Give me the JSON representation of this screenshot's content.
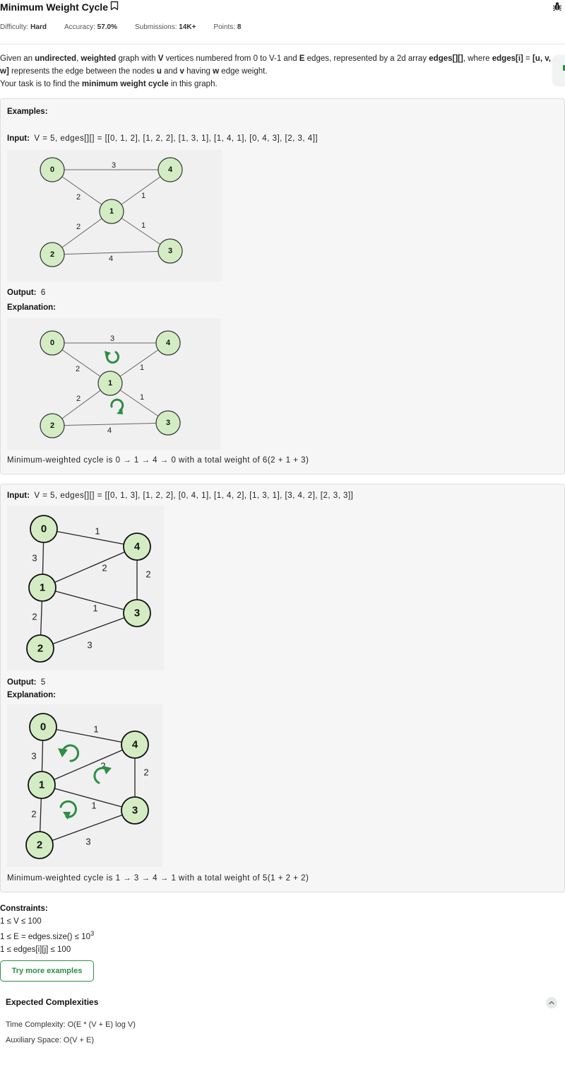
{
  "header": {
    "title": "Minimum Weight Cycle",
    "difficulty_label": "Difficulty:",
    "difficulty": "Hard",
    "accuracy_label": "Accuracy:",
    "accuracy": "57.0%",
    "submissions_label": "Submissions:",
    "submissions": "14K+",
    "points_label": "Points:",
    "points": "8"
  },
  "description": {
    "p1_a": "Given an ",
    "p1_b": "undirected",
    "p1_c": ", ",
    "p1_d": "weighted",
    "p1_e": " graph with ",
    "p1_f": "V",
    "p1_g": " vertices numbered from 0 to V-1 and ",
    "p1_h": "E",
    "p1_i": " edges, represented by a 2d array ",
    "p1_j": "edges[][]",
    "p1_k": ", where ",
    "p1_l": "edges[i]",
    "p1_m": " = ",
    "p1_n": "[u, v, w]",
    "p1_o": " represents the edge between the nodes ",
    "p1_p": "u",
    "p1_q": " and ",
    "p1_r": "v",
    "p1_s": " having ",
    "p1_t": "w",
    "p1_u": " edge weight.",
    "p2_a": "Your task is to find the ",
    "p2_b": "minimum weight cycle",
    "p2_c": " in this graph."
  },
  "examples": {
    "heading": "Examples:",
    "input_label": "Input:",
    "output_label": "Output:",
    "explanation_label": "Explanation:",
    "items": [
      {
        "input": "V = 5, edges[][] = [[0, 1, 2], [1, 2, 2], [1, 3, 1], [1, 4, 1], [0, 4, 3], [2, 3, 4]]",
        "output": "6",
        "explanation": "Minimum-weighted cycle is  0 → 1 → 4 → 0 with a total weight of 6(2 + 1 + 3)",
        "nodes": [
          "0",
          "1",
          "2",
          "3",
          "4"
        ],
        "edge_weights": [
          "3",
          "2",
          "1",
          "2",
          "1",
          "4"
        ]
      },
      {
        "input": "V = 5, edges[][] = [[0, 1, 3], [1, 2, 2], [0, 4, 1], [1, 4, 2], [1, 3, 1], [3, 4, 2], [2, 3, 3]]",
        "output": "5",
        "explanation": "Minimum-weighted cycle is  1 → 3 → 4 → 1 with a total weight of 5(1 + 2 + 2)",
        "nodes": [
          "0",
          "1",
          "2",
          "3",
          "4"
        ],
        "edge_weights": [
          "1",
          "3",
          "2",
          "2",
          "1",
          "2",
          "3"
        ]
      }
    ]
  },
  "constraints": {
    "heading": "Constraints:",
    "c1": "1 ≤ V ≤ 100",
    "c2_base": "1 ≤ E = edges.size() ≤ 10",
    "c2_exp": "3",
    "c3": "1 ≤ edges[i][j] ≤ 100"
  },
  "try_button": "Try more examples",
  "complexities": {
    "heading": "Expected Complexities",
    "time": "Time Complexity: O(E * (V + E) log V)",
    "space": "Auxiliary Space: O(V + E)"
  },
  "colors": {
    "accent": "#2f8d46",
    "node_fill": "#d4ecc4",
    "card_bg": "#f6f6f6"
  }
}
